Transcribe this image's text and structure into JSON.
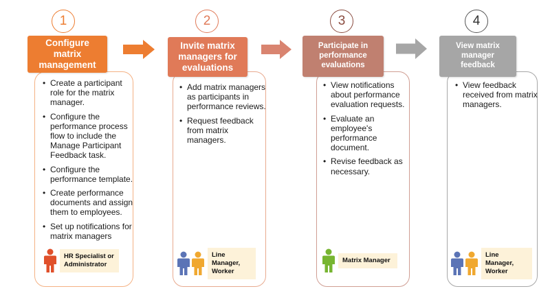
{
  "colors": {
    "step1": "#ed7d31",
    "step2": "#e07a58",
    "step3": "#c08070",
    "step4": "#a6a6a6",
    "card1_border": "#f4b183",
    "card2_border": "#e8a98e",
    "card3_border": "#cf9d92",
    "card4_border": "#a6a6a6",
    "role_label_bg": "#fdf2d9",
    "person_red": "#e0502b",
    "person_blue": "#5b74b6",
    "person_orange": "#f0a830",
    "person_green": "#77b531"
  },
  "steps": [
    {
      "number": "1",
      "title": "Configure matrix management",
      "bullets": [
        "Create a participant role for the matrix manager.",
        "Configure the performance process flow to include the Manage Participant Feedback task.",
        "Configure the performance template.",
        "Create performance documents and assign them to employees.",
        "Set up notifications for matrix managers"
      ],
      "role": "HR Specialist or Administrator",
      "role_icons": [
        "person-red-icon"
      ]
    },
    {
      "number": "2",
      "title": "Invite matrix managers for evaluations",
      "bullets": [
        "Add matrix managers as participants in performance reviews.",
        "Request feedback from matrix managers."
      ],
      "role": "Line Manager, Worker",
      "role_icons": [
        "person-blue-icon",
        "person-orange-icon"
      ]
    },
    {
      "number": "3",
      "title": "Participate in performance evaluations",
      "bullets": [
        "View notifications about performance evaluation requests.",
        "Evaluate an employee's performance document.",
        "Revise feedback as necessary."
      ],
      "role": "Matrix Manager",
      "role_icons": [
        "person-green-icon"
      ]
    },
    {
      "number": "4",
      "title": "View matrix manager feedback",
      "bullets": [
        "View feedback received from matrix managers."
      ],
      "role": "Line Manager, Worker",
      "role_icons": [
        "person-blue-icon",
        "person-orange-icon"
      ]
    }
  ],
  "arrows": [
    {
      "from": "1",
      "to": "2",
      "color": "#ed7d31"
    },
    {
      "from": "2",
      "to": "3",
      "color": "#d98470"
    },
    {
      "from": "3",
      "to": "4",
      "color": "#a6a6a6"
    }
  ]
}
